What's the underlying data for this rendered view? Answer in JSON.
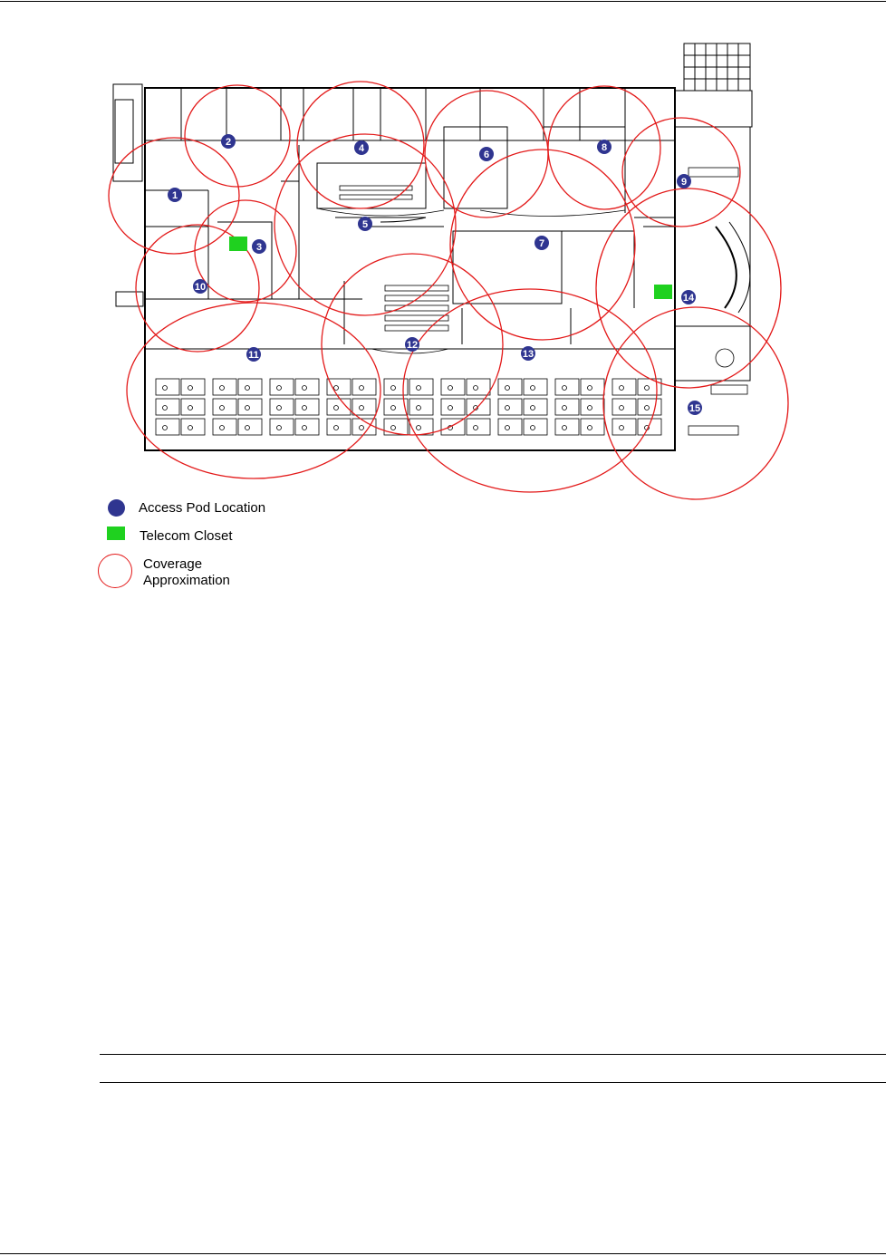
{
  "colors": {
    "pod": "#2f3590",
    "closet": "#1fd11f",
    "coverage": "#e31a1a",
    "wall": "#000000"
  },
  "access_pods": [
    {
      "label": "1"
    },
    {
      "label": "2"
    },
    {
      "label": "3"
    },
    {
      "label": "4"
    },
    {
      "label": "5"
    },
    {
      "label": "6"
    },
    {
      "label": "7"
    },
    {
      "label": "8"
    },
    {
      "label": "9"
    },
    {
      "label": "10"
    },
    {
      "label": "11"
    },
    {
      "label": "12"
    },
    {
      "label": "13"
    },
    {
      "label": "14"
    },
    {
      "label": "15"
    }
  ],
  "legend": {
    "pod_label": "Access Pod Location",
    "closet_label": "Telecom Closet",
    "coverage_label": "Coverage\nApproximation"
  }
}
